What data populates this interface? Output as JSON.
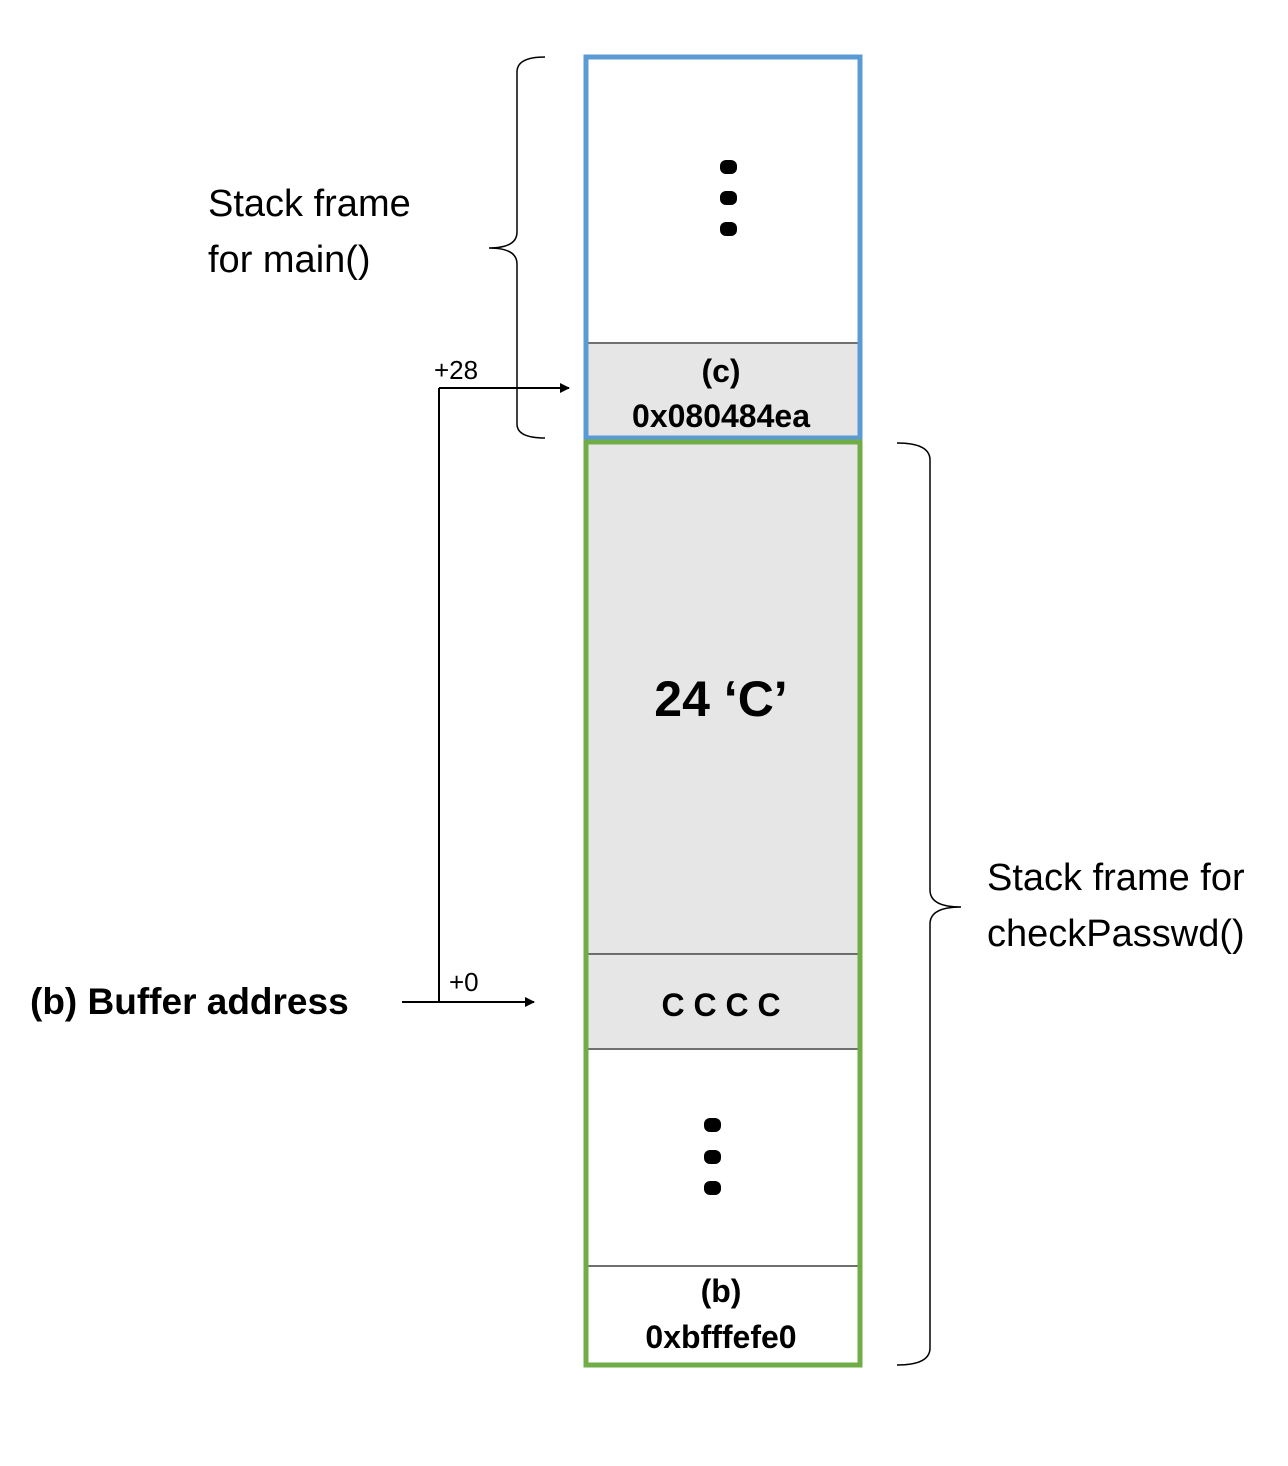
{
  "main_frame": {
    "label_line1": "Stack frame",
    "label_line2": "for main()",
    "border_color": "#5b9bd5",
    "return_address": {
      "tag": "(c)",
      "value": "0x080484ea"
    }
  },
  "check_frame": {
    "label_line1": "Stack frame for",
    "label_line2": "checkPasswd()",
    "border_color": "#70ad47",
    "buffer_fill": "24 ‘C’",
    "buffer_start": "C C C C",
    "bottom_cell": {
      "tag": "(b)",
      "value": "0xbfffefe0"
    }
  },
  "pointer": {
    "label": "(b) Buffer address",
    "offset_start": "+0",
    "offset_return": "+28"
  },
  "colors": {
    "filled_cell": "#e7e6e6",
    "divider": "#404040"
  }
}
